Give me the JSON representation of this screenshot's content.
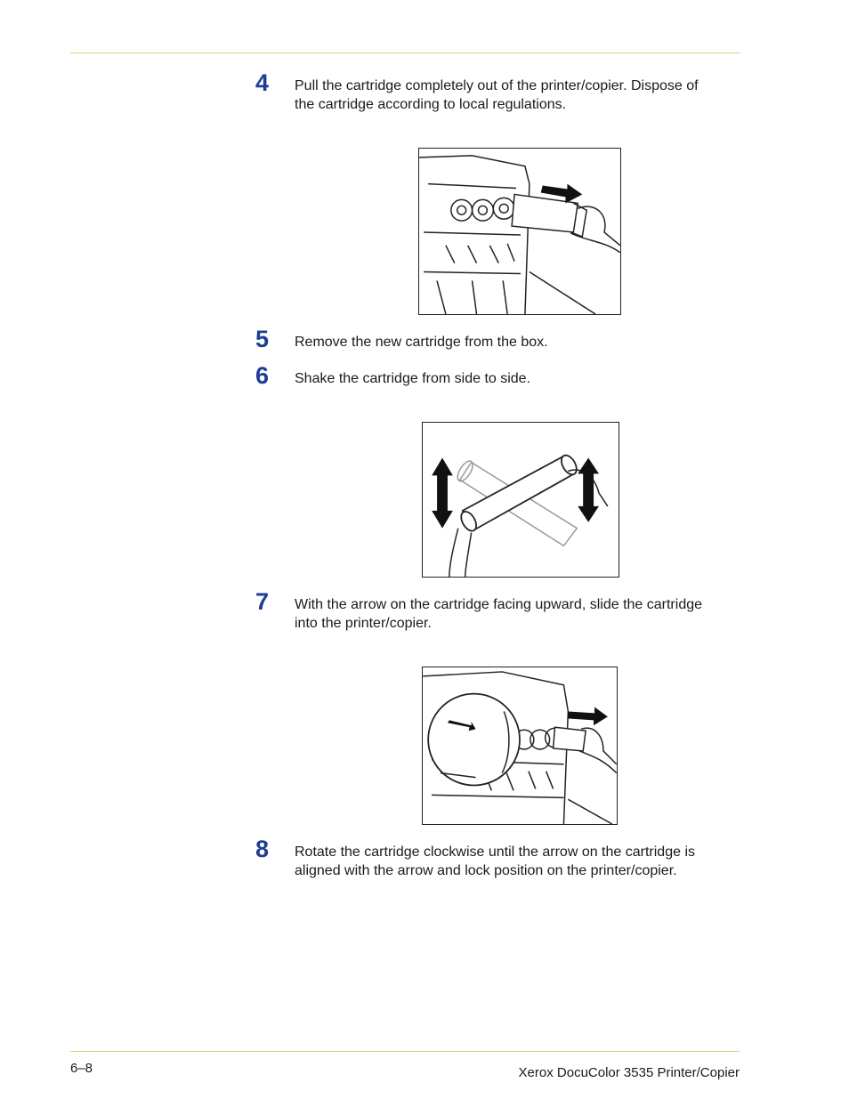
{
  "steps": [
    {
      "number": "4",
      "lines": [
        "Pull the cartridge completely out of the printer/copier. Dispose of",
        "the cartridge according to local regulations."
      ]
    },
    {
      "number": "5",
      "lines": [
        "Remove the new cartridge from the box."
      ]
    },
    {
      "number": "6",
      "lines": [
        "Shake the cartridge from side to side."
      ]
    },
    {
      "number": "7",
      "lines": [
        "With the arrow on the cartridge facing upward, slide the cartridge",
        "into the printer/copier."
      ]
    },
    {
      "number": "8",
      "lines": [
        "Rotate the cartridge clockwise until the arrow on the cartridge is",
        "aligned with the arrow and lock position on the printer/copier."
      ]
    }
  ],
  "footer": {
    "page_number": "6–8",
    "product": "Xerox DocuColor 3535 Printer/Copier"
  },
  "colors": {
    "step_number": "#1c3f94",
    "rule": "#d8d27a"
  }
}
